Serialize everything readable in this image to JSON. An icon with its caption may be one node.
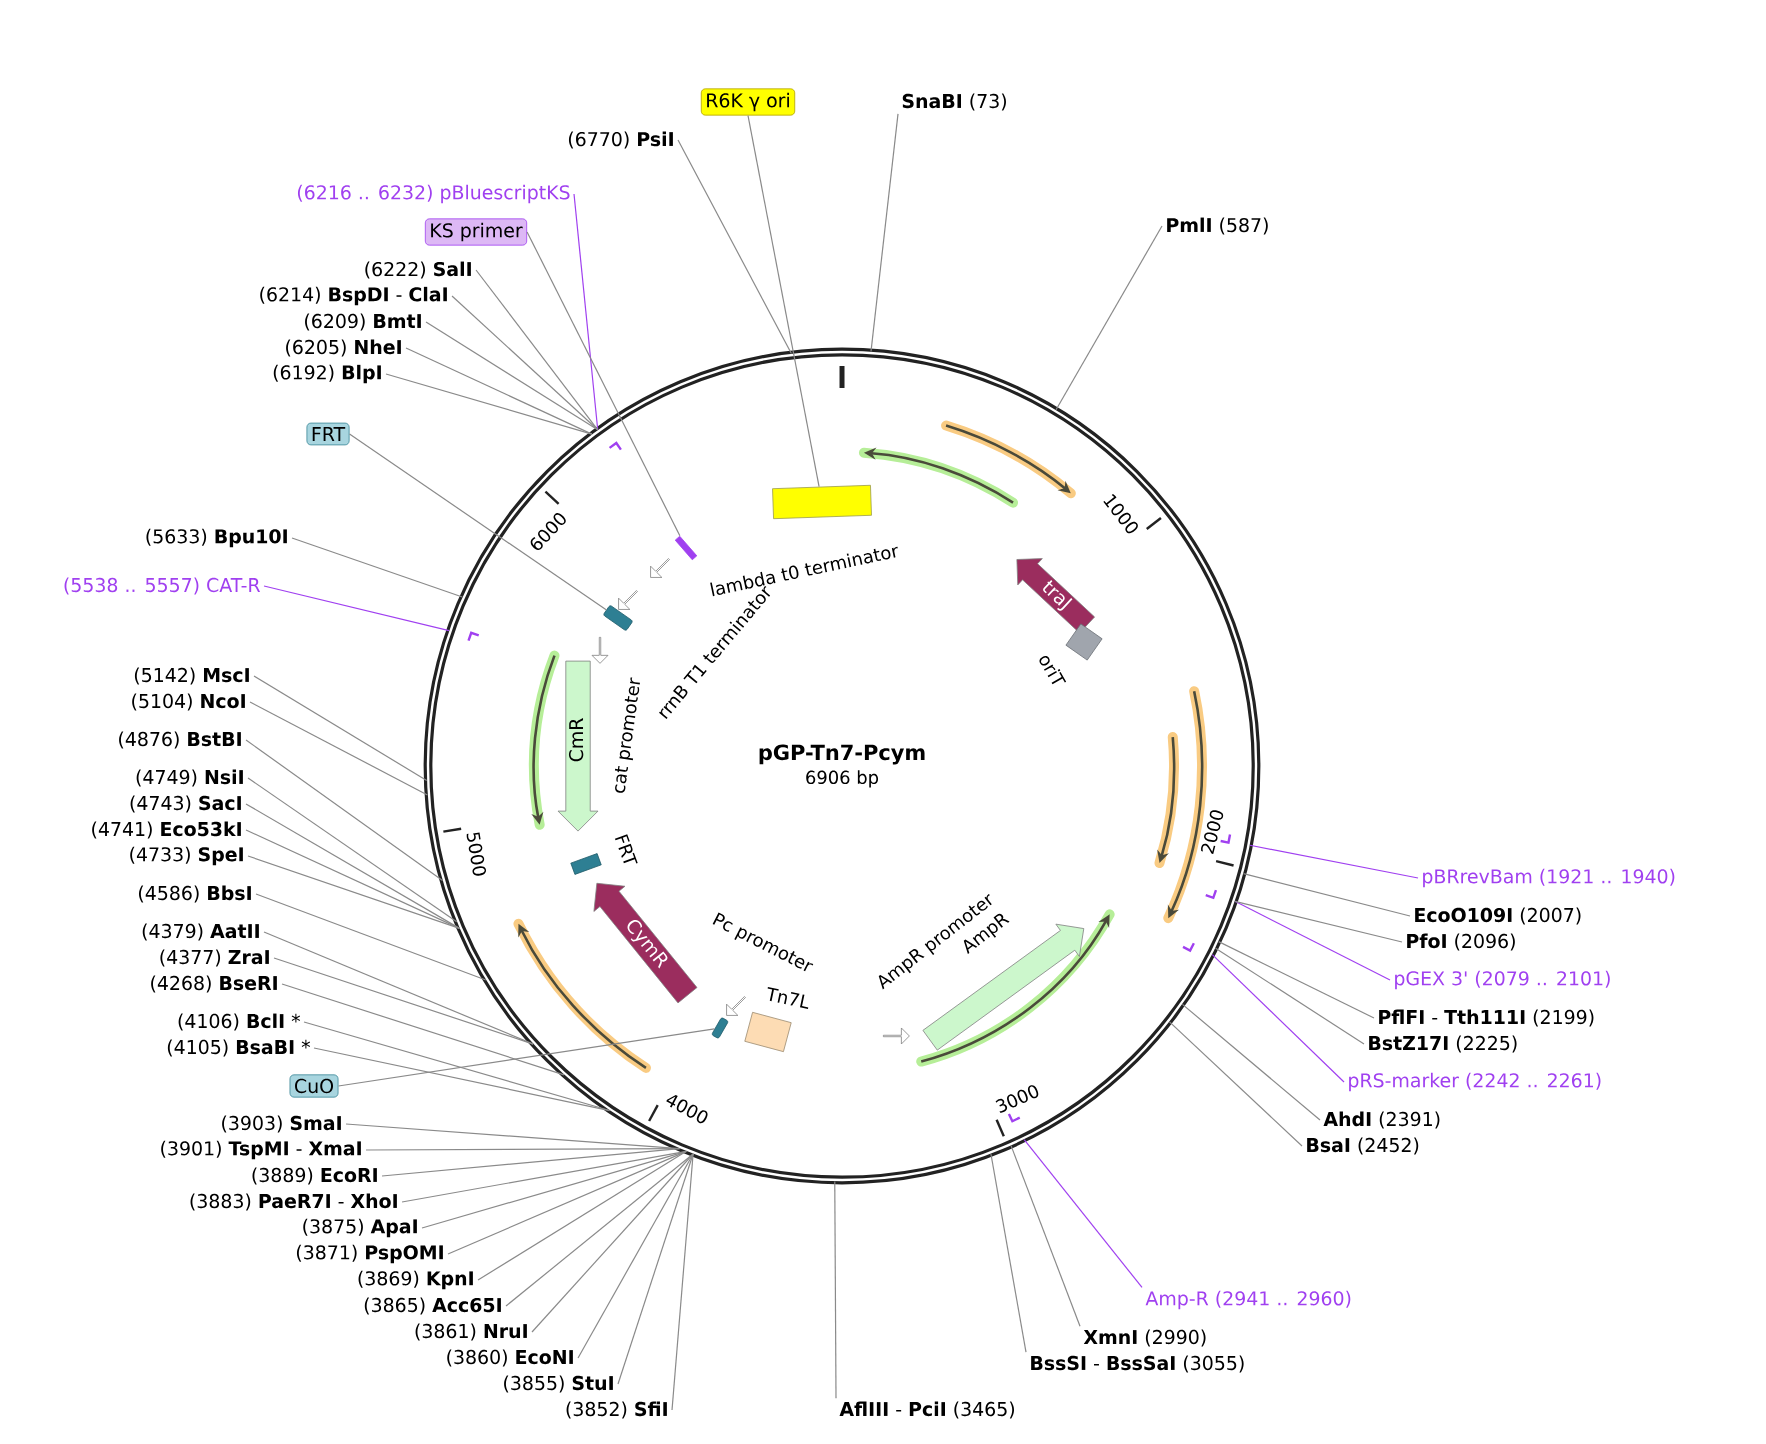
{
  "diagram": {
    "nodes": [
      {
        "text": [
          "pGP-Tn7-Pcym",
          "6906 bp"
        ]
      },
      {
        "text": [],
        "shape": "bar",
        "in": 0
      },
      {
        "text": [],
        "shape": "bar",
        "in": 0
      },
      {
        "text": [
          "lambda t0 terminator"
        ],
        "in": 0
      },
      {
        "text": [],
        "shape": "box",
        "in": 0
      },
      {
        "text": [
          "rrnB T1 terminator"
        ],
        "in": 0
      },
      {
        "text": [
          "cat promoter"
        ],
        "in": 0
      },
      {
        "text": [
          "CmR"
        ],
        "in": 0
      },
      {
        "text": [
          "FRT"
        ],
        "in": 0
      },
      {
        "text": [
          "CymR"
        ],
        "in": 0
      },
      {
        "text": [
          "Pc promoter"
        ],
        "in": 0
      },
      {
        "text": [],
        "shape": "box",
        "in": 0
      },
      {
        "text": [
          "Tn7L"
        ],
        "in": 0
      },
      {
        "text": [
          "traJ"
        ],
        "in": 0
      },
      {
        "text": [
          "oriT"
        ],
        "in": 0
      },
      {
        "text": [
          "AmpR promoter"
        ],
        "in": 0
      },
      {
        "text": [
          "AmpR"
        ],
        "in": 0
      },
      {
        "text": [
          "R6K γ ori"
        ]
      },
      {
        "text": [
          "(6770) **PsiI**"
        ]
      },
      {
        "text": [
          "**SnaBI** (73)"
        ]
      },
      {
        "text": [
          "**PmlI** (587)"
        ]
      },
      {
        "text": [
          "(6216 .. 6232) pBluescriptKS"
        ]
      },
      {
        "text": [
          "KS primer"
        ]
      },
      {
        "text": [
          "(6222) **SalI**"
        ]
      },
      {
        "text": [
          "(6214) **BspDI** - **ClaI**"
        ]
      },
      {
        "text": [
          "(6209) **BmtI**"
        ]
      },
      {
        "text": [
          "(6205) **NheI**"
        ]
      },
      {
        "text": [
          "(6192) **BlpI**"
        ]
      },
      {
        "text": [
          "FRT"
        ]
      },
      {
        "text": [
          "(5633) **Bpu10I**"
        ]
      },
      {
        "text": [
          "(5538 .. 5557) CAT-R"
        ]
      },
      {
        "text": [
          "(5142) **MscI**"
        ]
      },
      {
        "text": [
          "(5104) **NcoI**"
        ]
      },
      {
        "text": [
          "(4876) **BstBI**"
        ]
      },
      {
        "text": [
          "(4749) **NsiI**"
        ]
      },
      {
        "text": [
          "(4743) **SacI**"
        ]
      },
      {
        "text": [
          "(4741) **Eco53kI**"
        ]
      },
      {
        "text": [
          "(4733) **SpeI**"
        ]
      },
      {
        "text": [
          "(4586) **BbsI**"
        ]
      },
      {
        "text": [
          "(4379) **AatII**"
        ]
      },
      {
        "text": [
          "(4377) **ZraI**"
        ]
      },
      {
        "text": [
          "(4268) **BseRI**"
        ]
      },
      {
        "text": [
          "(4106) **BclI** *"
        ]
      },
      {
        "text": [
          "(4105) **BsaBI** *"
        ]
      },
      {
        "text": [
          "CuO"
        ]
      },
      {
        "text": [
          "(3903) **SmaI**"
        ]
      },
      {
        "text": [
          "(3901) **TspMI** - **XmaI**"
        ]
      },
      {
        "text": [
          "(3889) **EcoRI**"
        ]
      },
      {
        "text": [
          "(3883) **PaeR7I** - **XhoI**"
        ]
      },
      {
        "text": [
          "(3875) **ApaI**"
        ]
      },
      {
        "text": [
          "(3871) **PspOMI**"
        ]
      },
      {
        "text": [
          "(3869) **KpnI**"
        ]
      },
      {
        "text": [
          "(3865) **Acc65I**"
        ]
      },
      {
        "text": [
          "(3861) **NruI**"
        ]
      },
      {
        "text": [
          "(3860) **EcoNI**"
        ]
      },
      {
        "text": [
          "(3855) **StuI**"
        ]
      },
      {
        "text": [
          "(3852) **SfiI**"
        ]
      },
      {
        "text": [
          "**AflIII** - **PciI** (3465)"
        ]
      },
      {
        "text": [
          "**BssSI** - **BssSaI** (3055)"
        ]
      },
      {
        "text": [
          "**XmnI** (2990)"
        ]
      },
      {
        "text": [
          "Amp-R (2941 .. 2960)"
        ]
      },
      {
        "text": [
          "**BsaI** (2452)"
        ]
      },
      {
        "text": [
          "**AhdI** (2391)"
        ]
      },
      {
        "text": [
          "pRS-marker (2242 .. 2261)"
        ]
      },
      {
        "text": [
          "**BstZ17I** (2225)"
        ]
      },
      {
        "text": [
          "**PflFI** - **Tth111I** (2199)"
        ]
      },
      {
        "text": [
          "pGEX 3' (2079 .. 2101)"
        ]
      },
      {
        "text": [
          "**PfoI** (2096)"
        ]
      },
      {
        "text": [
          "**EcoO109I** (2007)"
        ]
      },
      {
        "text": [
          "pBRrevBam (1921 .. 1940)"
        ]
      }
    ],
    "edges": [
      {
        "from": 17,
        "to": 1,
        "arrow": "none"
      },
      {
        "from": 18,
        "to": 0,
        "arrow": "none"
      },
      {
        "from": 19,
        "to": 0,
        "arrow": "none"
      },
      {
        "from": 20,
        "to": 0,
        "arrow": "none"
      },
      {
        "from": 21,
        "to": 0,
        "arrow": "none",
        "color": "#a040f0"
      },
      {
        "from": 22,
        "to": 2,
        "arrow": "none"
      },
      {
        "from": 23,
        "to": 0,
        "arrow": "none"
      },
      {
        "from": 24,
        "to": 0,
        "arrow": "none"
      },
      {
        "from": 25,
        "to": 0,
        "arrow": "none"
      },
      {
        "from": 26,
        "to": 0,
        "arrow": "none"
      },
      {
        "from": 27,
        "to": 0,
        "arrow": "none"
      },
      {
        "from": 28,
        "to": 4,
        "arrow": "none"
      },
      {
        "from": 29,
        "to": 0,
        "arrow": "none"
      },
      {
        "from": 30,
        "to": 0,
        "arrow": "none",
        "color": "#a040f0"
      },
      {
        "from": 31,
        "to": 0,
        "arrow": "none"
      },
      {
        "from": 32,
        "to": 0,
        "arrow": "none"
      },
      {
        "from": 33,
        "to": 0,
        "arrow": "none"
      },
      {
        "from": 34,
        "to": 0,
        "arrow": "none"
      },
      {
        "from": 35,
        "to": 0,
        "arrow": "none"
      },
      {
        "from": 36,
        "to": 0,
        "arrow": "none"
      },
      {
        "from": 37,
        "to": 0,
        "arrow": "none"
      },
      {
        "from": 38,
        "to": 0,
        "arrow": "none"
      },
      {
        "from": 39,
        "to": 0,
        "arrow": "none"
      },
      {
        "from": 40,
        "to": 0,
        "arrow": "none"
      },
      {
        "from": 41,
        "to": 0,
        "arrow": "none"
      },
      {
        "from": 42,
        "to": 0,
        "arrow": "none"
      },
      {
        "from": 43,
        "to": 0,
        "arrow": "none"
      },
      {
        "from": 44,
        "to": 11,
        "arrow": "none"
      },
      {
        "from": 45,
        "to": 0,
        "arrow": "none"
      },
      {
        "from": 46,
        "to": 0,
        "arrow": "none"
      },
      {
        "from": 47,
        "to": 0,
        "arrow": "none"
      },
      {
        "from": 48,
        "to": 0,
        "arrow": "none"
      },
      {
        "from": 49,
        "to": 0,
        "arrow": "none"
      },
      {
        "from": 50,
        "to": 0,
        "arrow": "none"
      },
      {
        "from": 51,
        "to": 0,
        "arrow": "none"
      },
      {
        "from": 52,
        "to": 0,
        "arrow": "none"
      },
      {
        "from": 53,
        "to": 0,
        "arrow": "none"
      },
      {
        "from": 54,
        "to": 0,
        "arrow": "none"
      },
      {
        "from": 55,
        "to": 0,
        "arrow": "none"
      },
      {
        "from": 56,
        "to": 0,
        "arrow": "none"
      },
      {
        "from": 57,
        "to": 0,
        "arrow": "none"
      },
      {
        "from": 58,
        "to": 0,
        "arrow": "none"
      },
      {
        "from": 59,
        "to": 0,
        "arrow": "none"
      },
      {
        "from": 60,
        "to": 0,
        "arrow": "none",
        "color": "#a040f0"
      },
      {
        "from": 61,
        "to": 0,
        "arrow": "none"
      },
      {
        "from": 62,
        "to": 0,
        "arrow": "none"
      },
      {
        "from": 63,
        "to": 0,
        "arrow": "none",
        "color": "#a040f0"
      },
      {
        "from": 64,
        "to": 0,
        "arrow": "none"
      },
      {
        "from": 65,
        "to": 0,
        "arrow": "none"
      },
      {
        "from": 66,
        "to": 0,
        "arrow": "none",
        "color": "#a040f0"
      },
      {
        "from": 67,
        "to": 0,
        "arrow": "none"
      },
      {
        "from": 68,
        "to": 0,
        "arrow": "none"
      },
      {
        "from": 69,
        "to": 0,
        "arrow": "none",
        "color": "#a040f0"
      }
    ],
    "labels": [
      "1000",
      "2000",
      "3000",
      "4000",
      "5000",
      "6000"
    ]
  }
}
